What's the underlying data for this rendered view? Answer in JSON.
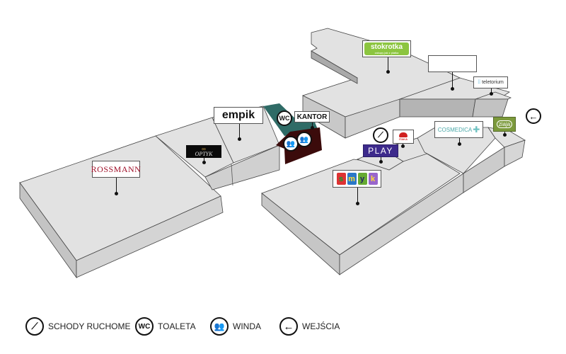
{
  "map": {
    "stores": [
      {
        "id": "rossmann",
        "label": "ROSSMANN",
        "color": "#a0112a"
      },
      {
        "id": "optyk",
        "label": "OPTYK",
        "color": "#c9a04a"
      },
      {
        "id": "empik",
        "label": "empik",
        "color": "#111111"
      },
      {
        "id": "kantor",
        "label": "KANTOR",
        "color": "#111111"
      },
      {
        "id": "stokrotka",
        "label": "stokrotka",
        "sublabel": "zakupy jak z płatka",
        "color": "#8cc540"
      },
      {
        "id": "blank",
        "label": ""
      },
      {
        "id": "teletorium",
        "label": "teletorium",
        "color": "#2a6fb5"
      },
      {
        "id": "cosmedica",
        "label": "COSMEDICA",
        "color": "#4aa8a8"
      },
      {
        "id": "ziaja",
        "label": "ziaja",
        "color": "#7c9a3c"
      },
      {
        "id": "itaka",
        "label": "ITAKA",
        "color": "#d02020"
      },
      {
        "id": "play",
        "label": "PLAY",
        "color": "#3d2a8c"
      },
      {
        "id": "smyk",
        "label": "smyk",
        "letters": [
          "s",
          "m",
          "y",
          "k"
        ]
      }
    ],
    "facilities": {
      "wc": "WC",
      "elevator": "elevator",
      "escalator": "escalator",
      "entrance": "entrance"
    }
  },
  "legend": {
    "items": [
      {
        "icon": "escalator-icon",
        "label": "SCHODY RUCHOME"
      },
      {
        "icon": "wc-icon",
        "label": "TOALETA",
        "glyph": "WC"
      },
      {
        "icon": "elevator-icon",
        "label": "WINDA"
      },
      {
        "icon": "entrance-icon",
        "label": "WEJŚCIA"
      }
    ]
  },
  "colors": {
    "floor_top": "#e2e2e2",
    "floor_side": "#c8c8c8",
    "floor_side_dark": "#b0b0b0",
    "wc_area": "#2f6b66",
    "elevator_area": "#3b0b0b"
  }
}
